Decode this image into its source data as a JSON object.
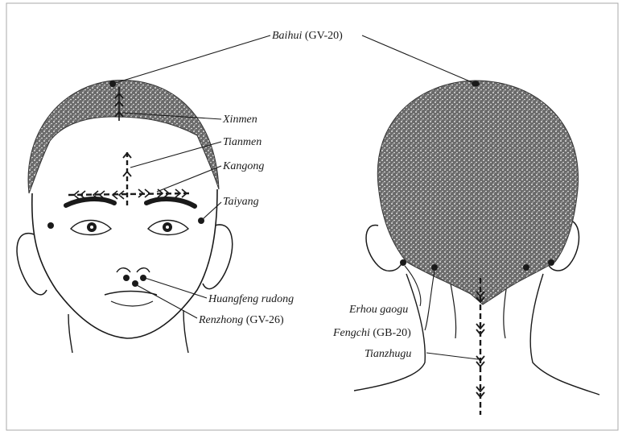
{
  "labels": {
    "baihui": {
      "name": "Baihui",
      "code": "(GV-20)"
    },
    "xinmen": {
      "name": "Xinmen"
    },
    "tianmen": {
      "name": "Tianmen"
    },
    "kangong": {
      "name": "Kangong"
    },
    "taiyang": {
      "name": "Taiyang"
    },
    "huangfeng": {
      "name": "Huangfeng rudong"
    },
    "renzhong": {
      "name": "Renzhong",
      "code": "(GV-26)"
    },
    "erhou": {
      "name": "Erhou gaogu"
    },
    "fengchi": {
      "name": "Fengchi",
      "code": "(GB-20)"
    },
    "tianzhugu": {
      "name": "Tianzhugu"
    }
  },
  "colors": {
    "ink": "#1a1a1a",
    "hair": "#555555",
    "skin": "#ffffff"
  }
}
